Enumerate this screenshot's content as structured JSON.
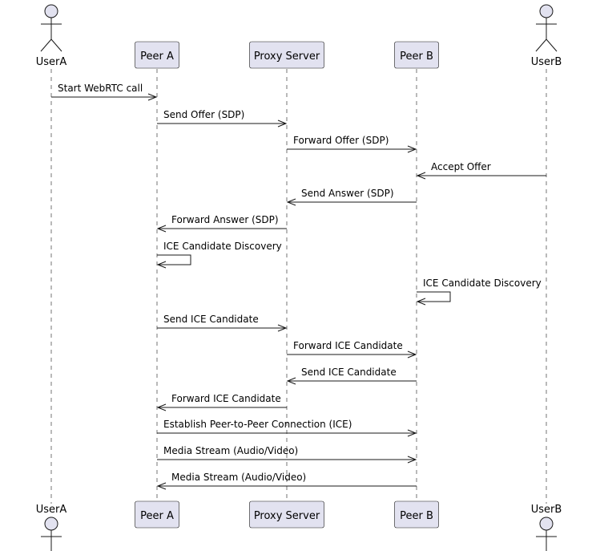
{
  "participants": [
    {
      "id": "usera",
      "label": "UserA",
      "kind": "actor"
    },
    {
      "id": "peera",
      "label": "Peer A",
      "kind": "participant"
    },
    {
      "id": "proxy",
      "label": "Proxy Server",
      "kind": "participant"
    },
    {
      "id": "peerb",
      "label": "Peer B",
      "kind": "participant"
    },
    {
      "id": "userb",
      "label": "UserB",
      "kind": "actor"
    }
  ],
  "messages": [
    {
      "from": "usera",
      "to": "peera",
      "label": "Start WebRTC call"
    },
    {
      "from": "peera",
      "to": "proxy",
      "label": "Send Offer (SDP)"
    },
    {
      "from": "proxy",
      "to": "peerb",
      "label": "Forward Offer (SDP)"
    },
    {
      "from": "userb",
      "to": "peerb",
      "label": "Accept Offer"
    },
    {
      "from": "peerb",
      "to": "proxy",
      "label": "Send Answer (SDP)"
    },
    {
      "from": "proxy",
      "to": "peera",
      "label": "Forward Answer (SDP)"
    },
    {
      "from": "peera",
      "to": "peera",
      "label": "ICE Candidate Discovery"
    },
    {
      "from": "peerb",
      "to": "peerb",
      "label": "ICE Candidate Discovery"
    },
    {
      "from": "peera",
      "to": "proxy",
      "label": "Send ICE Candidate"
    },
    {
      "from": "proxy",
      "to": "peerb",
      "label": "Forward ICE Candidate"
    },
    {
      "from": "peerb",
      "to": "proxy",
      "label": "Send ICE Candidate"
    },
    {
      "from": "proxy",
      "to": "peera",
      "label": "Forward ICE Candidate"
    },
    {
      "from": "peera",
      "to": "peerb",
      "label": "Establish Peer-to-Peer Connection (ICE)"
    },
    {
      "from": "peera",
      "to": "peerb",
      "label": "Media Stream (Audio/Video)"
    },
    {
      "from": "peerb",
      "to": "peera",
      "label": "Media Stream (Audio/Video)"
    }
  ]
}
